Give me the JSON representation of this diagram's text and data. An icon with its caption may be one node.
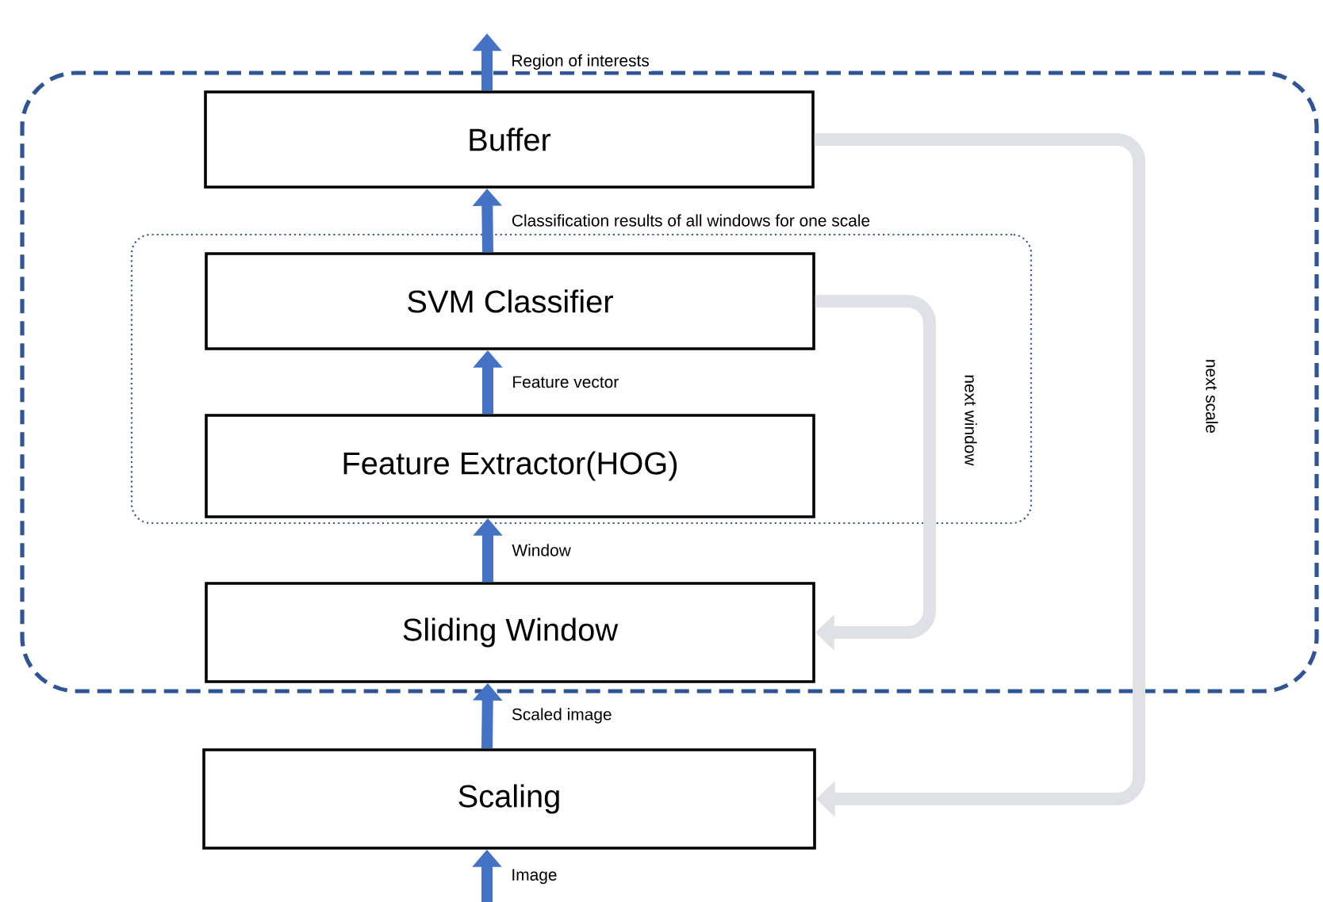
{
  "diagram": {
    "nodes": [
      {
        "text": [],
        "shape": "box"
      },
      {
        "text": [
          "Buffer"
        ],
        "in": 0
      },
      {
        "text": [],
        "shape": "box",
        "in": 0
      },
      {
        "text": [
          "SVM Classifier"
        ],
        "in": 2
      },
      {
        "text": [
          "Feature Extractor(HOG)"
        ],
        "in": 2
      },
      {
        "text": [
          "Sliding Window"
        ],
        "in": 0
      },
      {
        "text": [
          "Scaling"
        ]
      }
    ],
    "edges": [
      {
        "from": null,
        "to": 6,
        "arrow": "to",
        "label": "Image"
      },
      {
        "from": 6,
        "to": 5,
        "arrow": "to",
        "label": "Scaled image"
      },
      {
        "from": 5,
        "to": 4,
        "arrow": "to",
        "label": "Window"
      },
      {
        "from": 4,
        "to": 3,
        "arrow": "to",
        "label": "Feature vector"
      },
      {
        "from": 3,
        "to": 1,
        "arrow": "to",
        "label": "Classification results of all windows for one scale"
      },
      {
        "from": 1,
        "to": null,
        "arrow": "to",
        "label": "Region of interests"
      },
      {
        "from": 3,
        "to": 5,
        "arrow": "to",
        "label": "next window",
        "color": "#dfe1e6"
      },
      {
        "from": 1,
        "to": 6,
        "arrow": "to",
        "label": "next scale",
        "color": "#dfe1e6"
      }
    ]
  }
}
